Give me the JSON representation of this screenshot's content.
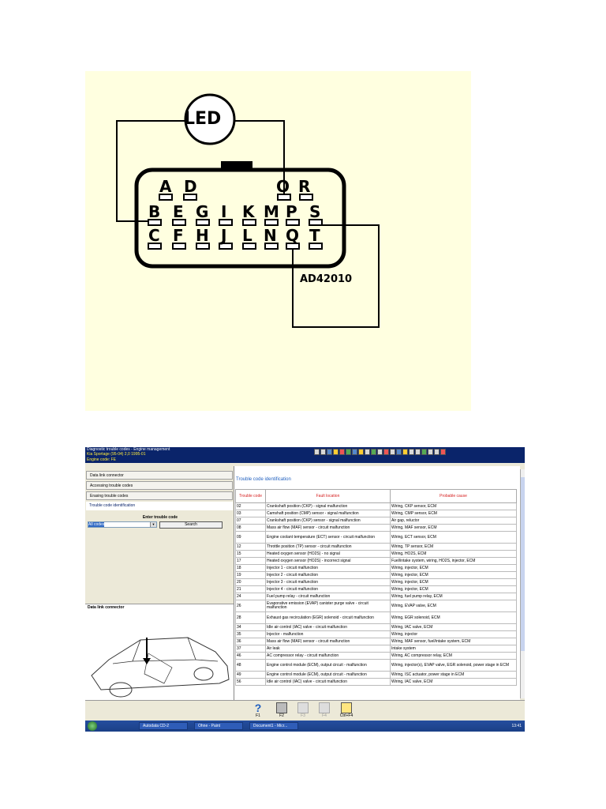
{
  "diagram": {
    "led_label": "LED",
    "connector_code": "AD42010",
    "top_row": [
      "A",
      "D",
      "O",
      "R"
    ],
    "middle_row": [
      "B",
      "E",
      "G",
      "I",
      "K",
      "M",
      "P",
      "S"
    ],
    "bottom_row": [
      "C",
      "F",
      "H",
      "J",
      "L",
      "N",
      "Q",
      "T"
    ]
  },
  "window": {
    "title": "Diagnostic trouble codes - Engine management",
    "vehicle": "Kia   Sportage (95-04) 2,0  1995-01",
    "engine": "Engine code: FE",
    "nav": [
      {
        "label": "Data link connector"
      },
      {
        "label": "Accessing trouble codes"
      },
      {
        "label": "Erasing trouble codes"
      },
      {
        "label": "Trouble code identification"
      }
    ],
    "enter_label": "Enter trouble code",
    "select_value": "All codes",
    "search_label": "Search",
    "dlc_panel_title": "Data link connector",
    "right_title": "Trouble code identification",
    "table": {
      "headers": [
        "Trouble code",
        "Fault location",
        "Probable cause"
      ],
      "rows": [
        [
          "02",
          "Crankshaft position (CKP) - signal malfunction",
          "Wiring, CKP sensor, ECM"
        ],
        [
          "03",
          "Camshaft position (CMP) sensor - signal malfunction",
          "Wiring, CMP sensor, ECM"
        ],
        [
          "07",
          "Crankshaft position (CKP) sensor - signal malfunction",
          "Air gap, reluctor"
        ],
        [
          "08",
          "Mass air flow (MAF) sensor - circuit malfunction",
          "Wiring, MAF sensor, ECM"
        ],
        [
          "09",
          "Engine coolant temperature (ECT) sensor - circuit malfunction",
          "Wiring, ECT sensor, ECM"
        ],
        [
          "12",
          "Throttle position (TP) sensor - circuit malfunction",
          "Wiring, TP sensor, ECM"
        ],
        [
          "15",
          "Heated oxygen sensor (HO2S) - no signal",
          "Wiring, HO2S, ECM"
        ],
        [
          "17",
          "Heated oxygen sensor (HO2S) - incorrect signal",
          "Fuel/intake system, wiring, HO2S, injector, ECM"
        ],
        [
          "18",
          "Injector 1 - circuit malfunction",
          "Wiring, injector, ECM"
        ],
        [
          "19",
          "Injector 2 - circuit malfunction",
          "Wiring, injector, ECM"
        ],
        [
          "20",
          "Injector 3 - circuit malfunction",
          "Wiring, injector, ECM"
        ],
        [
          "21",
          "Injector 4 - circuit malfunction",
          "Wiring, injector, ECM"
        ],
        [
          "24",
          "Fuel pump relay - circuit malfunction",
          "Wiring, fuel pump relay, ECM"
        ],
        [
          "26",
          "Evaporative emission (EVAP) canister purge valve - circuit malfunction",
          "Wiring, EVAP valve, ECM"
        ],
        [
          "28",
          "Exhaust gas recirculation (EGR) solenoid - circuit malfunction",
          "Wiring, EGR solenoid, ECM"
        ],
        [
          "34",
          "Idle air control (IAC) valve - circuit malfunction",
          "Wiring, IAC valve, ECM"
        ],
        [
          "35",
          "Injector - malfunction",
          "Wiring, injector"
        ],
        [
          "36",
          "Mass air flow (MAF) sensor - circuit malfunction",
          "Wiring, MAF sensor, fuel/intake system, ECM"
        ],
        [
          "37",
          "Air leak",
          "Intake system"
        ],
        [
          "46",
          "AC compressor relay - circuit malfunction",
          "Wiring, AC compressor relay, ECM"
        ],
        [
          "48",
          "Engine control module (ECM), output circuit - malfunction",
          "Wiring, injector(s), EVAP valve, EGR solenoid, power stage in ECM"
        ],
        [
          "49",
          "Engine control module (ECM), output circuit - malfunction",
          "Wiring, ISC actuator, power stage in ECM"
        ],
        [
          "56",
          "Idle air control (IAC) valve - circuit malfunction",
          "Wiring, IAC valve, ECM"
        ]
      ]
    },
    "fkeys": [
      "F1",
      "F2",
      "F3",
      "F4",
      "Ctrl+F4"
    ],
    "taskbar": [
      "Autodata CD-2",
      "Ohne - Paint",
      "Document1 - Micr..."
    ],
    "clock": "13:41"
  }
}
